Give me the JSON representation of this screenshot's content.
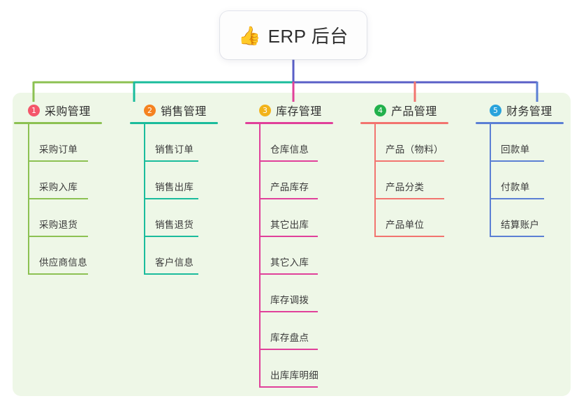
{
  "root": {
    "icon": "thumbs-up-emoji",
    "emoji": "👍",
    "title": "ERP 后台"
  },
  "palette": {
    "panel_bg": "#eef7e7",
    "page_bg": "#ffffff",
    "root_trunk": "#5a5fc7",
    "branch_green": "#8cc152",
    "branch_teal": "#1abc9c",
    "branch_pink": "#e0409a",
    "branch_salmon": "#f2746f",
    "branch_blue": "#5b7fd4",
    "badge_1": "#f4566a",
    "badge_2": "#f58220",
    "badge_3": "#f2b31a",
    "badge_4": "#22b14c",
    "badge_5": "#29a3dc"
  },
  "branches": [
    {
      "number": "1",
      "title": "采购管理",
      "color": "#8cc152",
      "badge_color": "#f4566a",
      "rule_width": 126,
      "leaf_rule_width": 86,
      "items": [
        {
          "label": "采购订单"
        },
        {
          "label": "采购入库"
        },
        {
          "label": "采购退货"
        },
        {
          "label": "供应商信息"
        }
      ]
    },
    {
      "number": "2",
      "title": "销售管理",
      "color": "#1abc9c",
      "badge_color": "#f58220",
      "rule_width": 126,
      "leaf_rule_width": 78,
      "items": [
        {
          "label": "销售订单"
        },
        {
          "label": "销售出库"
        },
        {
          "label": "销售退货"
        },
        {
          "label": "客户信息"
        }
      ]
    },
    {
      "number": "3",
      "title": "库存管理",
      "color": "#e0409a",
      "badge_color": "#f2b31a",
      "rule_width": 126,
      "leaf_rule_width": 84,
      "items": [
        {
          "label": "仓库信息"
        },
        {
          "label": "产品库存"
        },
        {
          "label": "其它出库"
        },
        {
          "label": "其它入库"
        },
        {
          "label": "库存调拨"
        },
        {
          "label": "库存盘点"
        },
        {
          "label": "出库库明细"
        }
      ]
    },
    {
      "number": "4",
      "title": "产品管理",
      "color": "#f2746f",
      "badge_color": "#22b14c",
      "rule_width": 126,
      "leaf_rule_width": 100,
      "items": [
        {
          "label": "产品（物料）"
        },
        {
          "label": "产品分类"
        },
        {
          "label": "产品单位"
        }
      ]
    },
    {
      "number": "5",
      "title": "财务管理",
      "color": "#5b7fd4",
      "badge_color": "#29a3dc",
      "rule_width": 126,
      "leaf_rule_width": 78,
      "items": [
        {
          "label": "回款单"
        },
        {
          "label": "付款单"
        },
        {
          "label": "结算账户"
        }
      ]
    }
  ]
}
